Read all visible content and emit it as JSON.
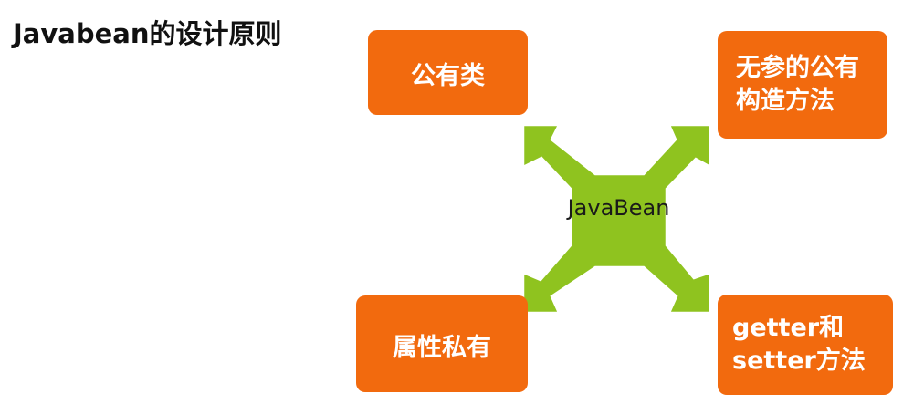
{
  "title": "Javabean的设计原则",
  "center_label": "JavaBean",
  "colors": {
    "box": "#f26a0e",
    "star": "#8fc31f",
    "star_stroke": "#ffffff"
  },
  "boxes": {
    "top_left": {
      "line1": "公有类"
    },
    "top_right": {
      "line1": "无参的公有",
      "line2": "构造方法"
    },
    "bottom_left": {
      "line1": "属性私有"
    },
    "bottom_right": {
      "line1": "getter和",
      "line2": "setter方法"
    }
  }
}
